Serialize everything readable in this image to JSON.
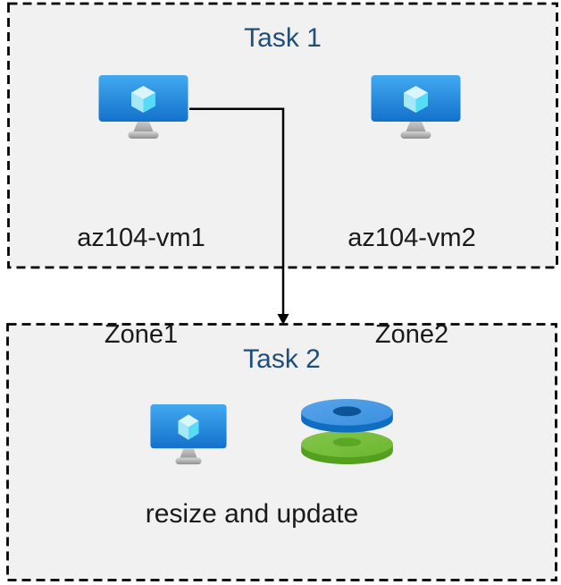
{
  "task1": {
    "title": "Task 1",
    "vm1": {
      "name": "az104-vm1",
      "zone": "Zone1",
      "icon": "virtual-machine-icon"
    },
    "vm2": {
      "name": "az104-vm2",
      "zone": "Zone2",
      "icon": "virtual-machine-icon"
    }
  },
  "task2": {
    "title": "Task 2",
    "caption": "resize and update",
    "icons": [
      "virtual-machine-icon",
      "managed-disks-icon"
    ]
  },
  "connector": {
    "from": "az104-vm1",
    "to": "Task 2",
    "style": "elbow-arrow-down"
  },
  "colors": {
    "box_fill": "#F1F1F1",
    "box_border": "#000000",
    "title_text": "#1F4E79",
    "label_text": "#1A1A1A",
    "arrow": "#000000",
    "vm_screen_top": "#41A9F1",
    "vm_screen_bottom": "#1571CB",
    "cube_top": "#D9F5FE",
    "cube_left": "#A5E8FA",
    "cube_right": "#55DCF7",
    "stand_gray_light": "#D6D6D6",
    "stand_gray_dark": "#8F8F8F",
    "disk_blue_top": "#3E95E5",
    "disk_blue_rim": "#0F6EC1",
    "disk_blue_hole": "#0B5597",
    "disk_green_top": "#73BC36",
    "disk_green_rim": "#54A01E",
    "disk_green_hole": "#5CA627"
  }
}
